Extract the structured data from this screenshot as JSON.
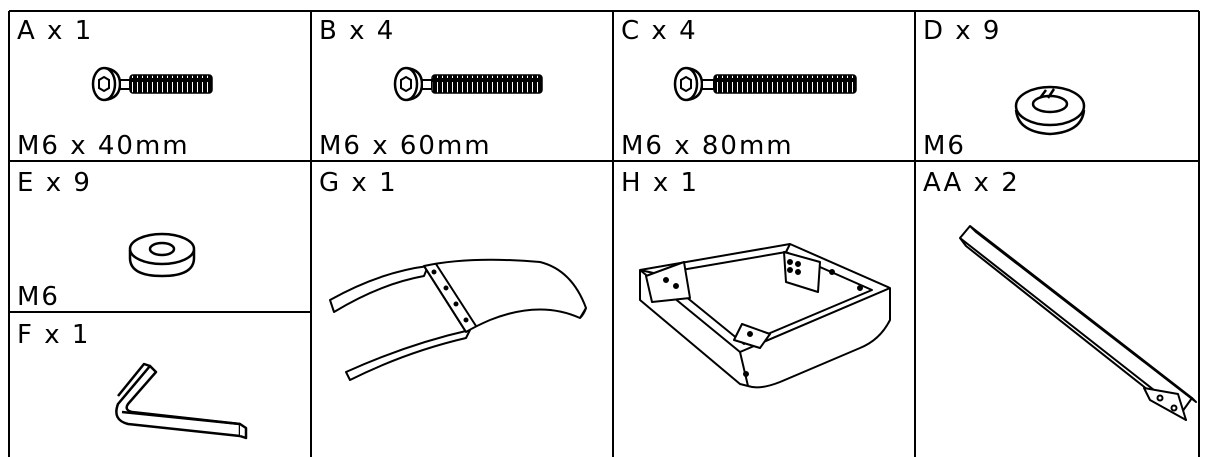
{
  "parts": {
    "A": {
      "label": "A x 1",
      "size": "M6 x 40mm",
      "part_icon": "socket-bolt-icon"
    },
    "B": {
      "label": "B x 4",
      "size": "M6 x 60mm",
      "part_icon": "socket-bolt-icon"
    },
    "C": {
      "label": "C x 4",
      "size": "M6 x 80mm",
      "part_icon": "socket-bolt-icon"
    },
    "D": {
      "label": "D x 9",
      "size": "M6",
      "part_icon": "spring-washer-icon"
    },
    "E": {
      "label": "E x 9",
      "size": "M6",
      "part_icon": "flat-washer-icon"
    },
    "F": {
      "label": "F x 1",
      "part_icon": "allen-key-icon"
    },
    "G": {
      "label": "G x 1",
      "part_icon": "curved-back-panel-icon"
    },
    "H": {
      "label": "H x 1",
      "part_icon": "seat-frame-icon"
    },
    "AA": {
      "label": "AA x 2",
      "part_icon": "square-tube-leg-icon"
    }
  }
}
